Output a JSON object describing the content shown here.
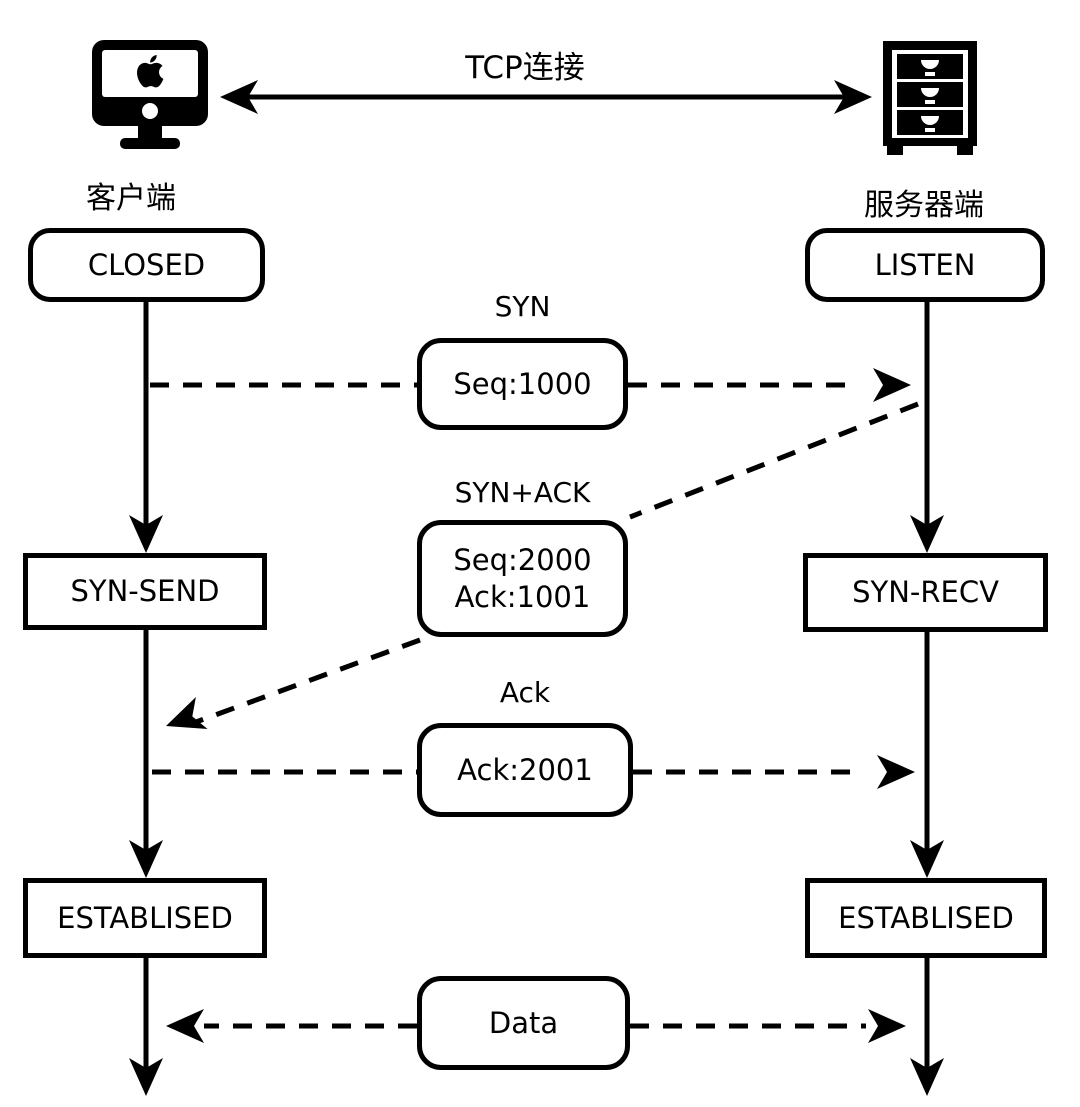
{
  "colors": {
    "stroke": "#000000",
    "background": "#ffffff"
  },
  "header": {
    "connection_label": "TCP连接",
    "client_label": "客户端",
    "server_label": "服务器端",
    "client_icon": "imac-computer-icon",
    "server_icon": "server-cabinet-icon"
  },
  "client": {
    "states": [
      {
        "label": "CLOSED",
        "shape": "rounded"
      },
      {
        "label": "SYN-SEND",
        "shape": "rect"
      },
      {
        "label": "ESTABLISED",
        "shape": "rect"
      }
    ]
  },
  "server": {
    "states": [
      {
        "label": "LISTEN",
        "shape": "rounded"
      },
      {
        "label": "SYN-RECV",
        "shape": "rect"
      },
      {
        "label": "ESTABLISED",
        "shape": "rect"
      }
    ]
  },
  "messages": [
    {
      "title": "SYN",
      "lines": [
        "Seq:1000"
      ],
      "direction": "client-to-server"
    },
    {
      "title": "SYN+ACK",
      "lines": [
        "Seq:2000",
        "Ack:1001"
      ],
      "direction": "server-to-client"
    },
    {
      "title": "Ack",
      "lines": [
        "Ack:2001"
      ],
      "direction": "client-to-server"
    },
    {
      "title": "",
      "lines": [
        "Data"
      ],
      "direction": "bidirectional"
    }
  ]
}
